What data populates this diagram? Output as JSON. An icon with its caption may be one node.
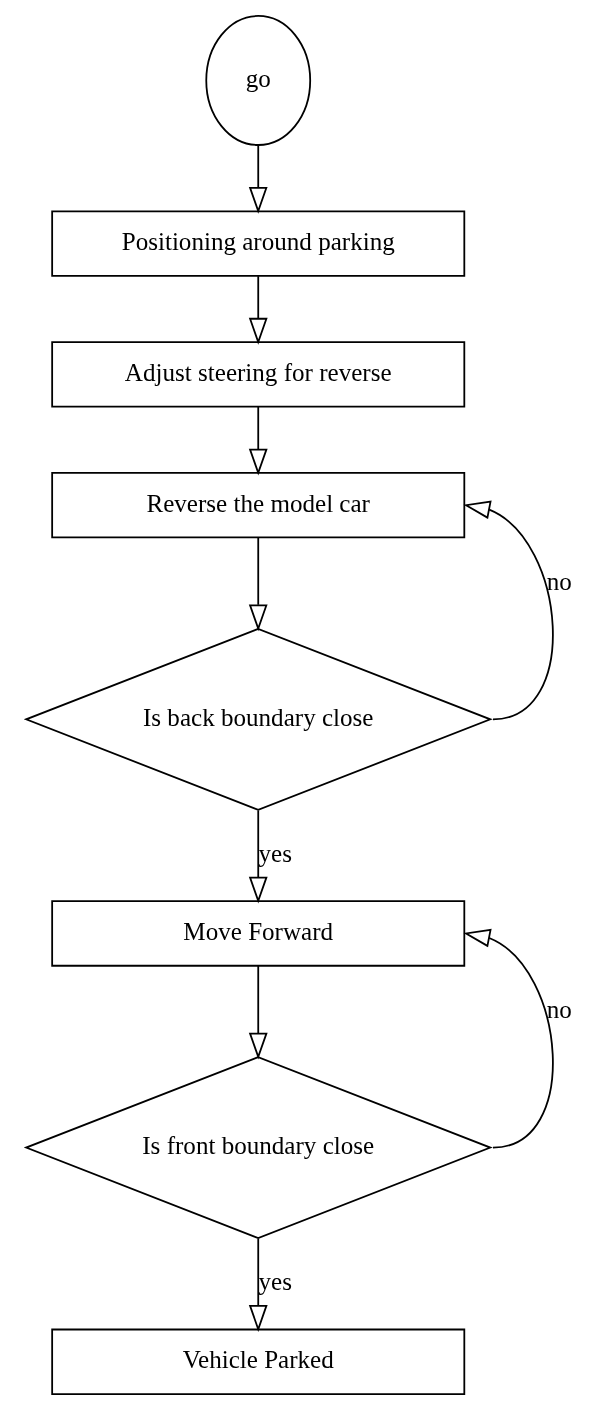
{
  "diagram": {
    "nodes": [
      {
        "text": [
          "go"
        ]
      },
      {
        "text": [
          "Positioning around parking"
        ]
      },
      {
        "text": [
          "Adjust steering for reverse"
        ]
      },
      {
        "text": [
          "Reverse the model car"
        ]
      },
      {
        "text": [
          "Is back boundary close"
        ]
      },
      {
        "text": [
          "Move Forward"
        ]
      },
      {
        "text": [
          "Is front boundary close"
        ]
      },
      {
        "text": [
          "Vehicle Parked"
        ]
      }
    ],
    "edges": [
      {
        "from": 0,
        "to": 1,
        "arrow": "to"
      },
      {
        "from": 1,
        "to": 2,
        "arrow": "to"
      },
      {
        "from": 2,
        "to": 3,
        "arrow": "to"
      },
      {
        "from": 3,
        "to": 4,
        "arrow": "to"
      },
      {
        "from": 4,
        "to": 3,
        "arrow": "to",
        "label": "no"
      },
      {
        "from": 4,
        "to": 5,
        "arrow": "to",
        "label": "yes"
      },
      {
        "from": 5,
        "to": 6,
        "arrow": "to"
      },
      {
        "from": 6,
        "to": 5,
        "arrow": "to",
        "label": "no"
      },
      {
        "from": 6,
        "to": 7,
        "arrow": "to",
        "label": "yes"
      }
    ]
  }
}
